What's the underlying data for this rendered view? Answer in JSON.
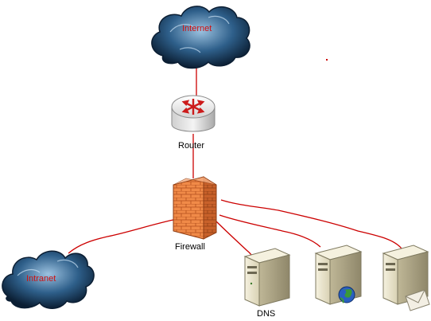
{
  "colors": {
    "link": "#cc0000",
    "cloud_label": "#d01010",
    "cloud_dark": "#0b1e33",
    "cloud_mid": "#2e5f8a",
    "cloud_light": "#9cc2e0",
    "firewall": "#f07c3a",
    "server_body": "#e8e2cc"
  },
  "nodes": {
    "internet": {
      "label": "Internet",
      "icon": "cloud-icon"
    },
    "router": {
      "label": "Router",
      "icon": "router-icon"
    },
    "firewall": {
      "label": "Firewall",
      "icon": "firewall-icon"
    },
    "intranet": {
      "label": "Intranet",
      "icon": "cloud-icon"
    },
    "dns_server": {
      "label": "DNS",
      "icon": "server-icon"
    },
    "web_server": {
      "label": "",
      "icon": "server-globe-icon"
    },
    "mail_server": {
      "label": "",
      "icon": "server-mail-icon"
    }
  }
}
